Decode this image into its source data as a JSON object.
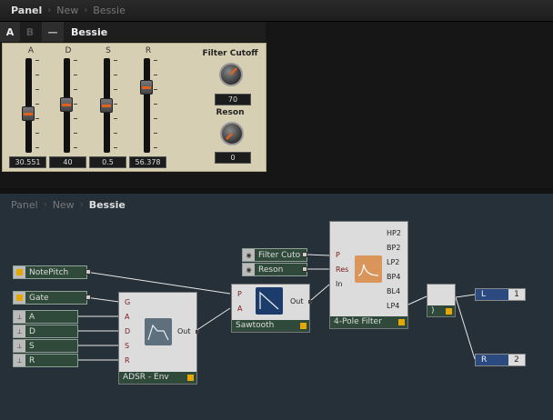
{
  "top_breadcrumb": {
    "items": [
      "Panel",
      "New",
      "Bessie"
    ]
  },
  "panel_tabs": {
    "a": "A",
    "b": "B",
    "minus": "—",
    "name": "Bessie"
  },
  "adsr_sliders": [
    {
      "label": "A",
      "value": "30.551"
    },
    {
      "label": "D",
      "value": "40"
    },
    {
      "label": "S",
      "value": "0.5"
    },
    {
      "label": "R",
      "value": "56.378"
    }
  ],
  "knobs": [
    {
      "label": "Filter Cutoff",
      "value": "70"
    },
    {
      "label": "Reson",
      "value": "0"
    }
  ],
  "bottom_breadcrumb": {
    "items": [
      "Panel",
      "New",
      "Bessie"
    ]
  },
  "inputs": {
    "notepitch": "NotePitch",
    "gate": "Gate",
    "a": "A",
    "d": "D",
    "s": "S",
    "r": "R",
    "filter_cutoff": "Filter Cuto",
    "reson": "Reson"
  },
  "adsr_module": {
    "ports": [
      "G",
      "A",
      "D",
      "S",
      "R"
    ],
    "out": "Out",
    "name": "ADSR - Env"
  },
  "saw_module": {
    "ports": [
      "P",
      "A"
    ],
    "out": "Out",
    "name": "Sawtooth"
  },
  "filter_module": {
    "ports": [
      "P",
      "Res",
      "In"
    ],
    "outs": [
      "HP2",
      "BP2",
      "LP2",
      "BP4",
      "BL4",
      "LP4"
    ],
    "name": "4-Pole Filter"
  },
  "mixer_module": {
    "name": ")"
  },
  "outputs": [
    {
      "label": "L",
      "channel": "1"
    },
    {
      "label": "R",
      "channel": "2"
    }
  ],
  "colors": {
    "panel_bg": "#d6cfb3",
    "slider_accent": "#e06020",
    "wire_bg": "#253039",
    "module_foot": "#2f4a3a",
    "filter_icon": "#d9955a",
    "saw_icon": "#1c3d6b",
    "adsr_icon": "#5e6f7e"
  }
}
